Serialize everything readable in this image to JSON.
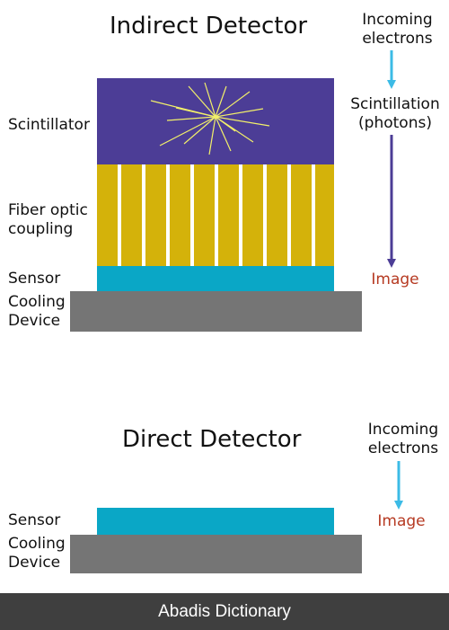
{
  "indirect": {
    "title": "Indirect Detector",
    "incoming": "Incoming\nelectrons",
    "scintillation": "Scintillation\n(photons)",
    "image_label": "Image",
    "layers": {
      "scintillator": "Scintillator",
      "fiber": "Fiber optic\ncoupling",
      "sensor": "Sensor",
      "cooling": "Cooling\nDevice"
    }
  },
  "direct": {
    "title": "Direct Detector",
    "incoming": "Incoming\nelectrons",
    "image_label": "Image",
    "layers": {
      "sensor": "Sensor",
      "cooling": "Cooling\nDevice"
    }
  },
  "colors": {
    "scintillator": "#4c3d96",
    "fiber": "#d4b20a",
    "sensor": "#0aa7c6",
    "cooling": "#757575",
    "electron_arrow": "#3cbbe6",
    "photon_arrow": "#4c3d96",
    "image_text": "#b63a22",
    "spark": "#f2f06a"
  },
  "footer": {
    "text": "Abadis Dictionary"
  }
}
